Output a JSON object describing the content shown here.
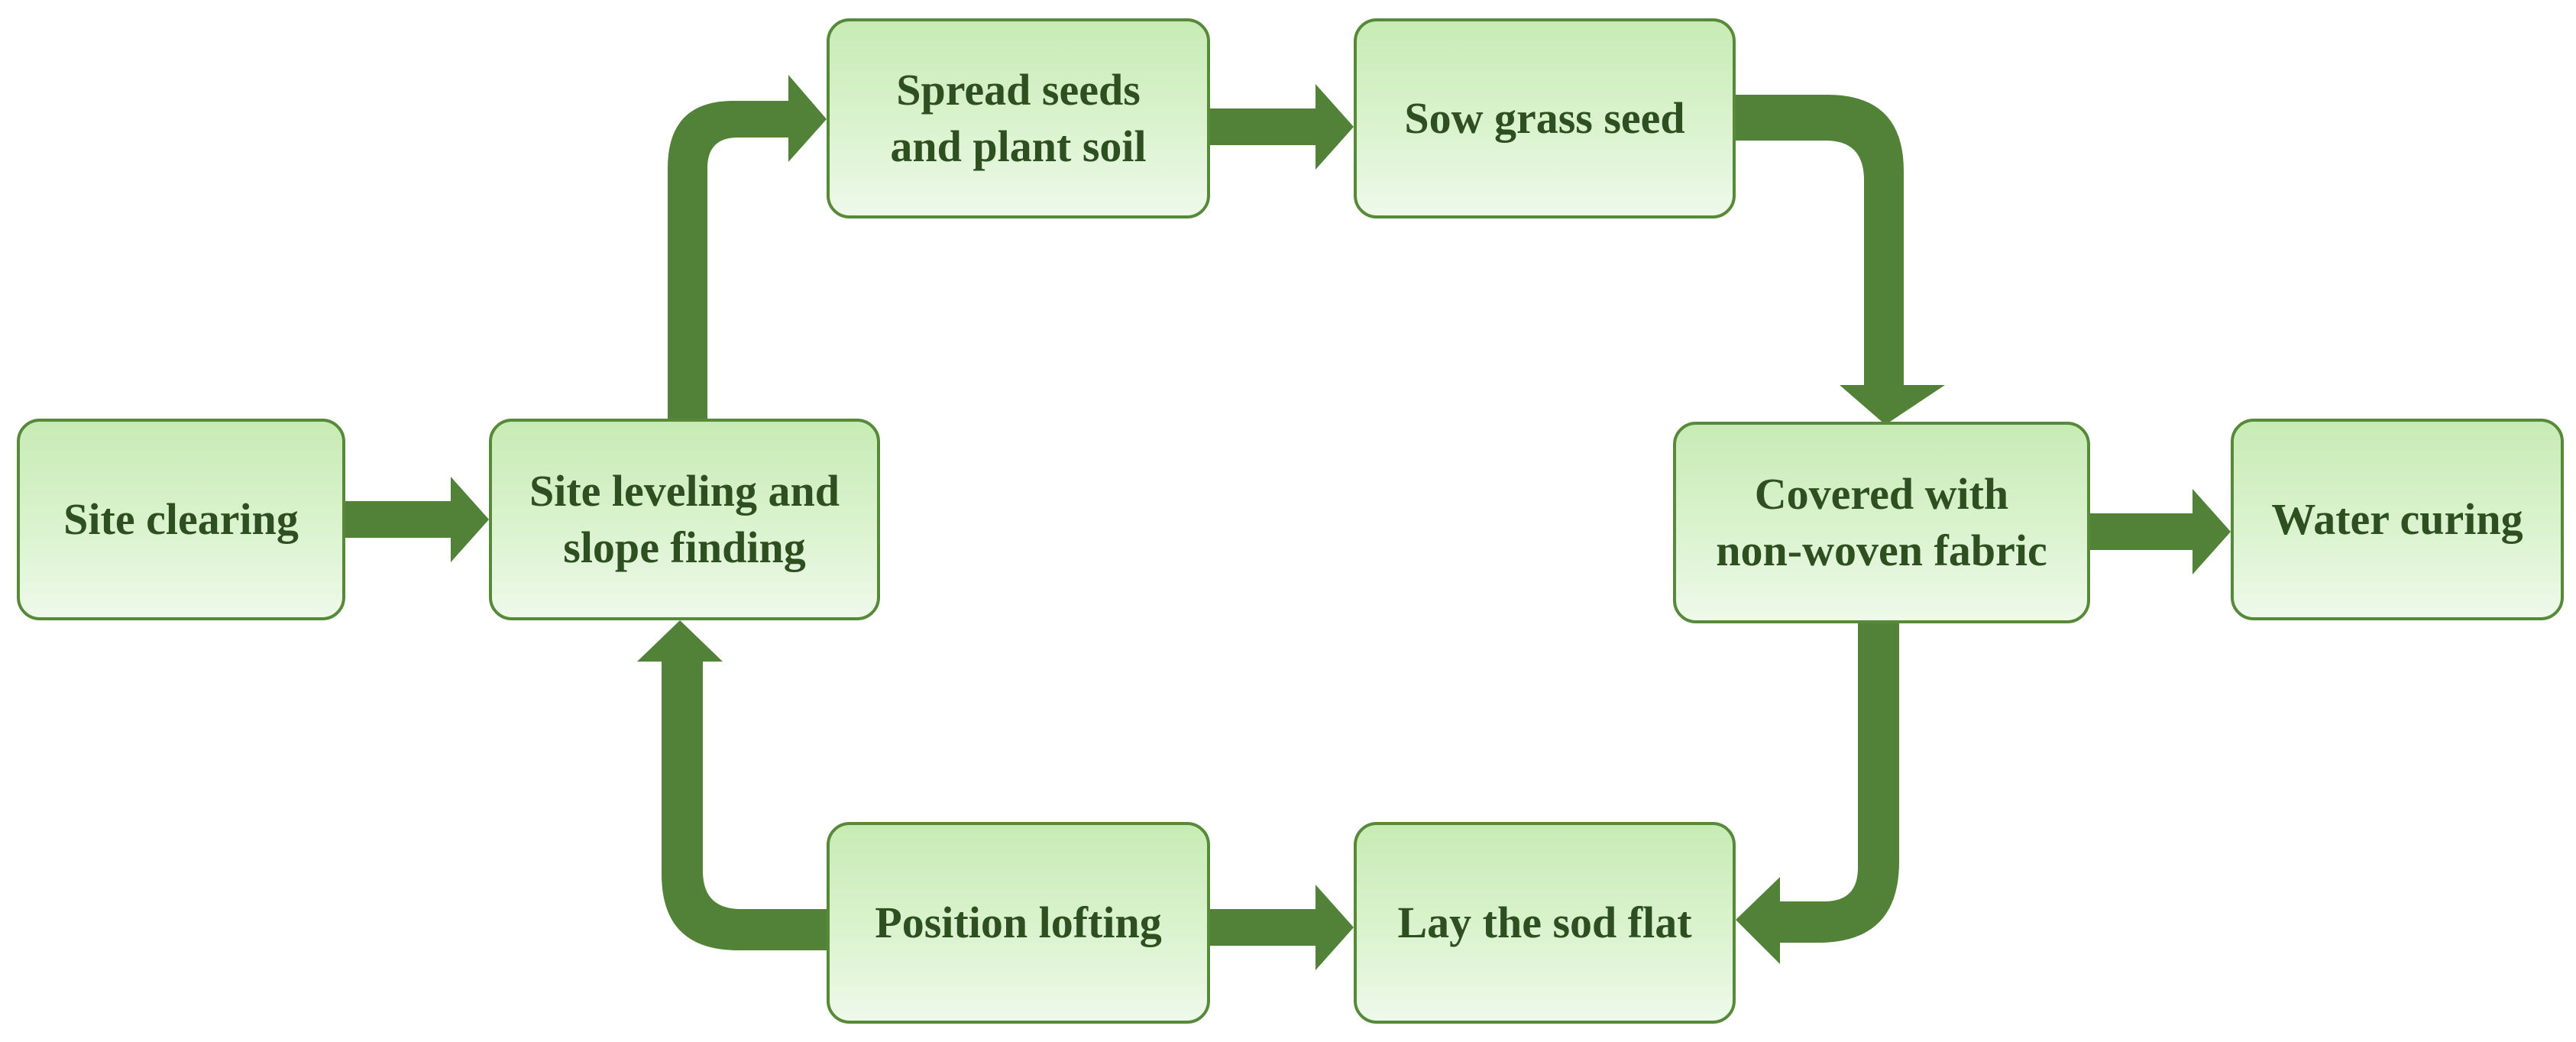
{
  "colors": {
    "arrow": "#528237",
    "node_border": "#568a38",
    "node_fill_top": "#c8ebb5",
    "node_fill_bottom": "#eef9ea",
    "text": "#2e4f1f"
  },
  "nodes": {
    "site_clearing": "Site clearing",
    "site_leveling": "Site leveling and\nslope finding",
    "spread_seeds": "Spread seeds\nand plant soil",
    "sow_grass_seed": "Sow grass seed",
    "covered_fabric": "Covered with\nnon-woven fabric",
    "water_curing": "Water curing",
    "position_lofting": "Position lofting",
    "lay_sod_flat": "Lay the sod flat"
  },
  "edges": [
    {
      "from": "Site clearing",
      "to": "Site leveling and slope finding"
    },
    {
      "from": "Site leveling and slope finding",
      "to": "Spread seeds and plant soil"
    },
    {
      "from": "Spread seeds and plant soil",
      "to": "Sow grass seed"
    },
    {
      "from": "Sow grass seed",
      "to": "Covered with non-woven fabric"
    },
    {
      "from": "Covered with non-woven fabric",
      "to": "Water curing"
    },
    {
      "from": "Covered with non-woven fabric",
      "to": "Lay the sod flat"
    },
    {
      "from": "Position lofting",
      "to": "Lay the sod flat"
    },
    {
      "from": "Position lofting",
      "to": "Site leveling and slope finding"
    }
  ]
}
